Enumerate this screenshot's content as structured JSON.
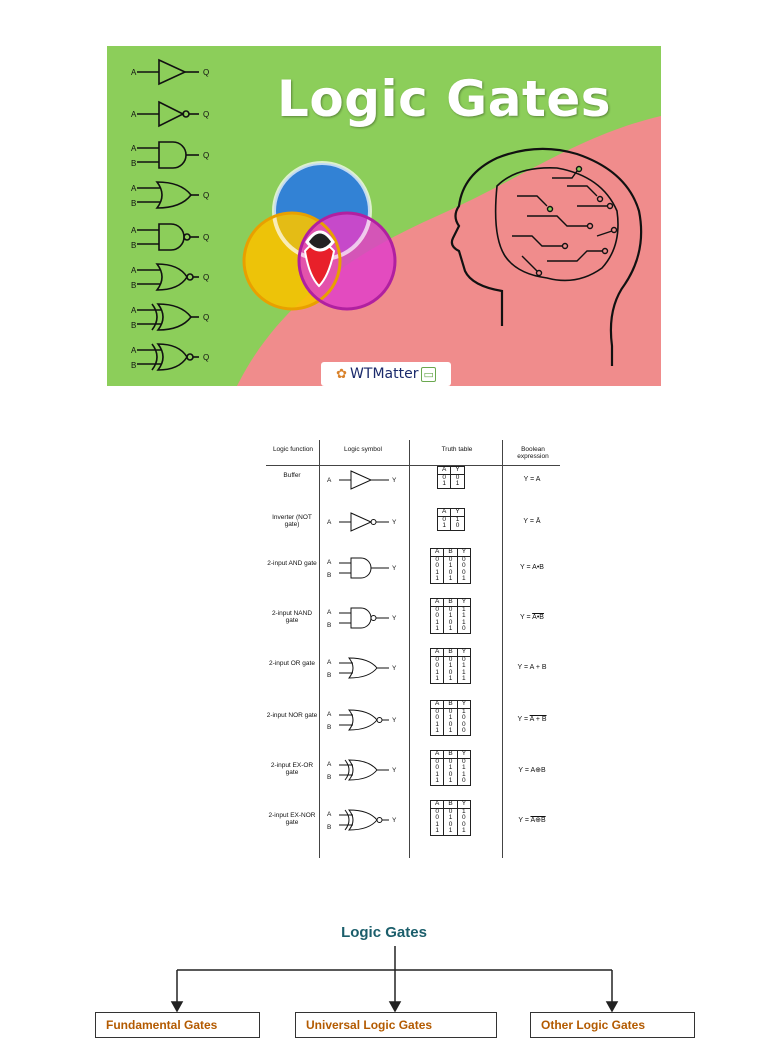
{
  "banner": {
    "title": "Logic Gates",
    "brand": "WTMatter",
    "gate_labels": [
      {
        "in1": "A",
        "in2": "",
        "out": "Q"
      },
      {
        "in1": "A",
        "in2": "",
        "out": "Q"
      },
      {
        "in1": "A",
        "in2": "B",
        "out": "Q"
      },
      {
        "in1": "A",
        "in2": "B",
        "out": "Q"
      },
      {
        "in1": "A",
        "in2": "B",
        "out": "Q"
      },
      {
        "in1": "A",
        "in2": "B",
        "out": "Q"
      },
      {
        "in1": "A",
        "in2": "B",
        "out": "Q"
      },
      {
        "in1": "A",
        "in2": "B",
        "out": "Q"
      }
    ],
    "colors": {
      "green": "#8cce5a",
      "pink": "#f08c8c",
      "blue": "#2a7ce0",
      "yellow": "#f7c200",
      "magenta": "#e040c8",
      "red": "#e8202a"
    }
  },
  "table": {
    "headers": {
      "function": "Logic function",
      "symbol": "Logic symbol",
      "truth": "Truth table",
      "boolean": "Boolean expression"
    },
    "rows": [
      {
        "name": "Buffer",
        "in1": "A",
        "in2": "",
        "out": "Y",
        "expr": "Y = A",
        "cols": [
          "A",
          "Y"
        ],
        "truth": [
          [
            "0",
            "0"
          ],
          [
            "1",
            "1"
          ]
        ]
      },
      {
        "name": "Inverter (NOT gate)",
        "in1": "A",
        "in2": "",
        "out": "Y",
        "expr": "Y = Ā",
        "cols": [
          "A",
          "Y"
        ],
        "truth": [
          [
            "0",
            "1"
          ],
          [
            "1",
            "0"
          ]
        ]
      },
      {
        "name": "2-input AND gate",
        "in1": "A",
        "in2": "B",
        "out": "Y",
        "expr": "Y = A•B",
        "cols": [
          "A",
          "B",
          "Y"
        ],
        "truth": [
          [
            "0",
            "0",
            "0"
          ],
          [
            "0",
            "1",
            "0"
          ],
          [
            "1",
            "0",
            "0"
          ],
          [
            "1",
            "1",
            "1"
          ]
        ]
      },
      {
        "name": "2-input NAND gate",
        "in1": "A",
        "in2": "B",
        "out": "Y",
        "expr": "Y = A•B",
        "cols": [
          "A",
          "B",
          "Y"
        ],
        "truth": [
          [
            "0",
            "0",
            "1"
          ],
          [
            "0",
            "1",
            "1"
          ],
          [
            "1",
            "0",
            "1"
          ],
          [
            "1",
            "1",
            "0"
          ]
        ]
      },
      {
        "name": "2-input OR gate",
        "in1": "A",
        "in2": "B",
        "out": "Y",
        "expr": "Y = A + B",
        "cols": [
          "A",
          "B",
          "Y"
        ],
        "truth": [
          [
            "0",
            "0",
            "0"
          ],
          [
            "0",
            "1",
            "1"
          ],
          [
            "1",
            "0",
            "1"
          ],
          [
            "1",
            "1",
            "1"
          ]
        ]
      },
      {
        "name": "2-input NOR gate",
        "in1": "A",
        "in2": "B",
        "out": "Y",
        "expr": "Y = A + B",
        "cols": [
          "A",
          "B",
          "Y"
        ],
        "truth": [
          [
            "0",
            "0",
            "1"
          ],
          [
            "0",
            "1",
            "0"
          ],
          [
            "1",
            "0",
            "0"
          ],
          [
            "1",
            "1",
            "0"
          ]
        ]
      },
      {
        "name": "2-input EX-OR gate",
        "in1": "A",
        "in2": "B",
        "out": "Y",
        "expr": "Y = A⊕B",
        "cols": [
          "A",
          "B",
          "Y"
        ],
        "truth": [
          [
            "0",
            "0",
            "0"
          ],
          [
            "0",
            "1",
            "1"
          ],
          [
            "1",
            "0",
            "1"
          ],
          [
            "1",
            "1",
            "0"
          ]
        ]
      },
      {
        "name": "2-input EX-NOR gate",
        "in1": "A",
        "in2": "B",
        "out": "Y",
        "expr": "Y = A⊕B",
        "cols": [
          "A",
          "B",
          "Y"
        ],
        "truth": [
          [
            "0",
            "0",
            "1"
          ],
          [
            "0",
            "1",
            "0"
          ],
          [
            "1",
            "0",
            "0"
          ],
          [
            "1",
            "1",
            "1"
          ]
        ]
      }
    ]
  },
  "tree": {
    "title": "Logic Gates",
    "boxes": [
      "Fundamental Gates",
      "Universal Logic Gates",
      "Other Logic Gates"
    ]
  }
}
